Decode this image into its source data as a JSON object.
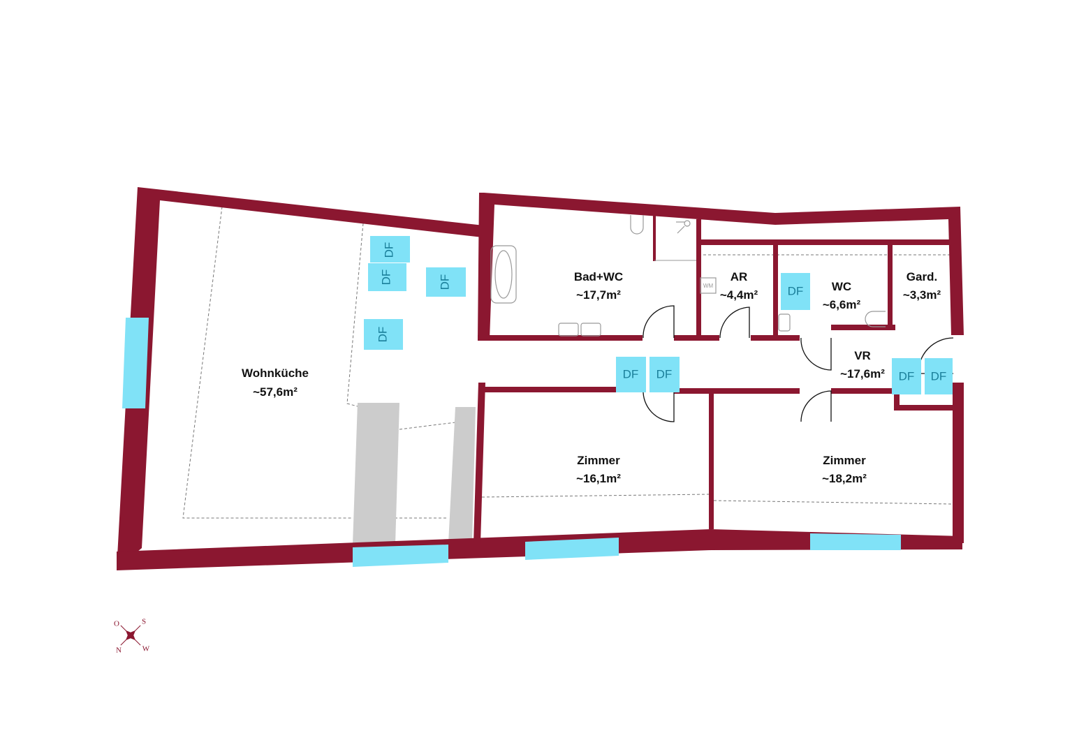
{
  "rooms": {
    "wohnkueche": {
      "name": "Wohnküche",
      "area": "~57,6m²"
    },
    "bad_wc": {
      "name": "Bad+WC",
      "area": "~17,7m²"
    },
    "ar": {
      "name": "AR",
      "area": "~4,4m²"
    },
    "wc": {
      "name": "WC",
      "area": "~6,6m²"
    },
    "gard": {
      "name": "Gard.",
      "area": "~3,3m²"
    },
    "vr": {
      "name": "VR",
      "area": "~17,6m²"
    },
    "zimmer1": {
      "name": "Zimmer",
      "area": "~16,1m²"
    },
    "zimmer2": {
      "name": "Zimmer",
      "area": "~18,2m²"
    }
  },
  "skylight_label": "DF",
  "washer_label": "WM",
  "compass": {
    "n": "N",
    "o": "O",
    "s": "S",
    "w": "W"
  },
  "colors": {
    "wall": "#8b1730",
    "window": "#80e2f7",
    "stairs": "#cccccc"
  }
}
